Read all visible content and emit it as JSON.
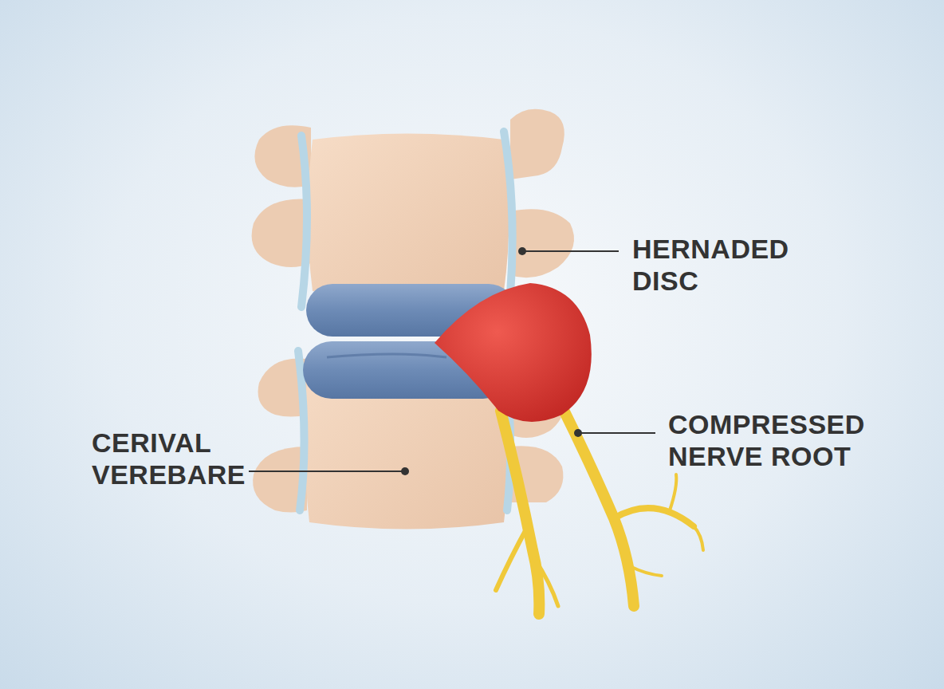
{
  "diagram": {
    "labels": [
      "HERNADED DISC",
      "CERIVAL VEREBARE",
      "COMPRESSED NERVE ROOT"
    ]
  }
}
